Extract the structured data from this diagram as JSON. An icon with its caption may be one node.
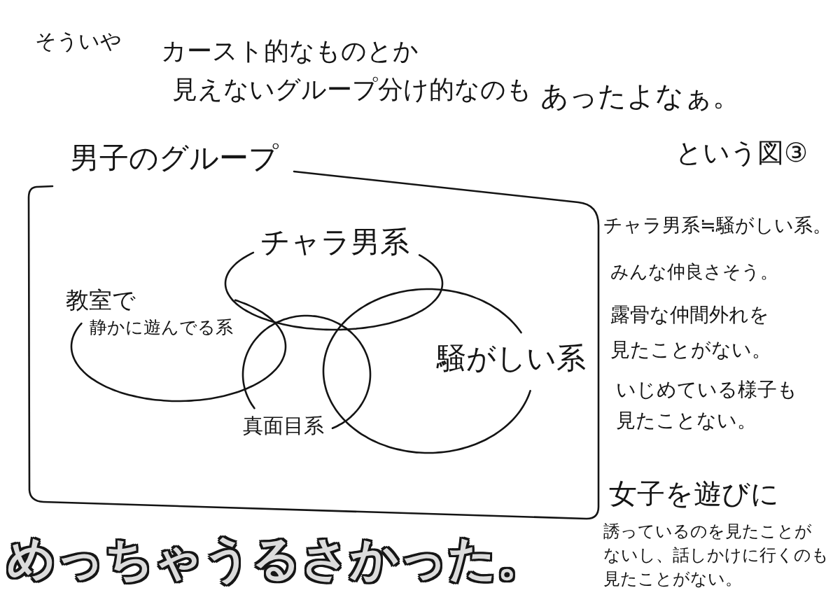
{
  "diagram": {
    "nodes": [
      {
        "text": [
          "男子のグループ"
        ]
      },
      {
        "text": [
          "チャラ男系"
        ],
        "in": 0
      },
      {
        "text": [
          "教室で",
          "静かに遊んでる系"
        ],
        "in": 0
      },
      {
        "text": [
          "騒がしい系"
        ],
        "in": 0
      },
      {
        "text": [
          "真面目系"
        ],
        "in": 0
      }
    ],
    "labels": [
      "そういや",
      "カースト的なものとか見えないグループ分け的なのも",
      "あったよなぁ。",
      "という図③",
      "チャラ男系≒騒がしい系。",
      "みんな仲良さそう。",
      "露骨な仲間外れを見たことがない。",
      "いじめている様子も見たことない。",
      "女子を遊びに",
      "誘っているのを見たことがないし、話しかけに行くのも見たことがない。",
      "めっちゃうるさかった。"
    ]
  }
}
